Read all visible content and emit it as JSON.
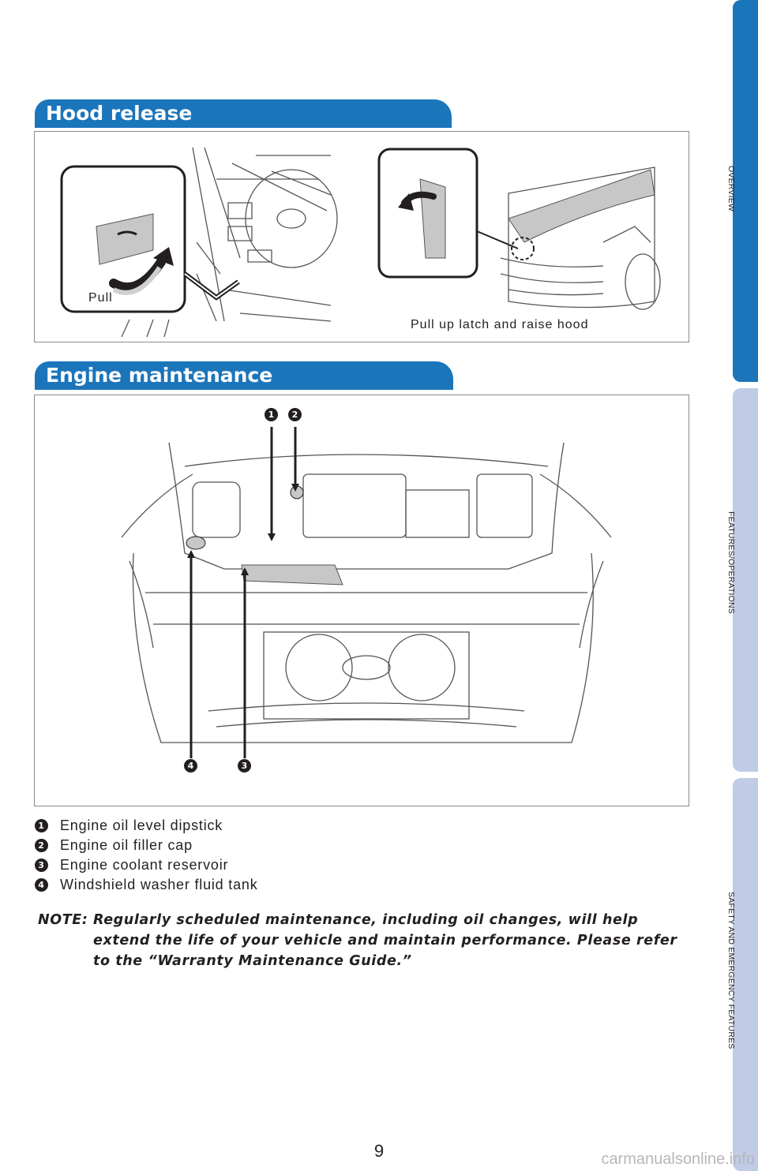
{
  "sections": {
    "hood_release": {
      "title": "Hood release",
      "pull_label": "Pull",
      "latch_caption": "Pull up latch and raise hood"
    },
    "engine_maintenance": {
      "title": "Engine maintenance",
      "callouts": [
        "1",
        "2",
        "3",
        "4"
      ],
      "legend": [
        {
          "number": "1",
          "label": "Engine oil level dipstick"
        },
        {
          "number": "2",
          "label": "Engine oil filler cap"
        },
        {
          "number": "3",
          "label": "Engine coolant reservoir"
        },
        {
          "number": "4",
          "label": "Windshield washer fluid tank"
        }
      ]
    }
  },
  "note": {
    "label": "NOTE:",
    "text": "Regularly scheduled maintenance, including oil changes, will help extend the life of your vehicle and maintain performance. Please refer to the “Warranty Maintenance Guide.”"
  },
  "side_tabs": [
    {
      "label": "OVERVIEW",
      "color": "#1b75bb"
    },
    {
      "label": "FEATURES/OPERATIONS",
      "color": "#c0cbe6"
    },
    {
      "label": "SAFETY AND EMERGENCY FEATURES",
      "color": "#c0cbe6"
    }
  ],
  "page_number": "9",
  "watermark": "carmanualsonline.info",
  "colors": {
    "accent": "#1b75bb",
    "tab_inactive": "#c0cbe6"
  }
}
